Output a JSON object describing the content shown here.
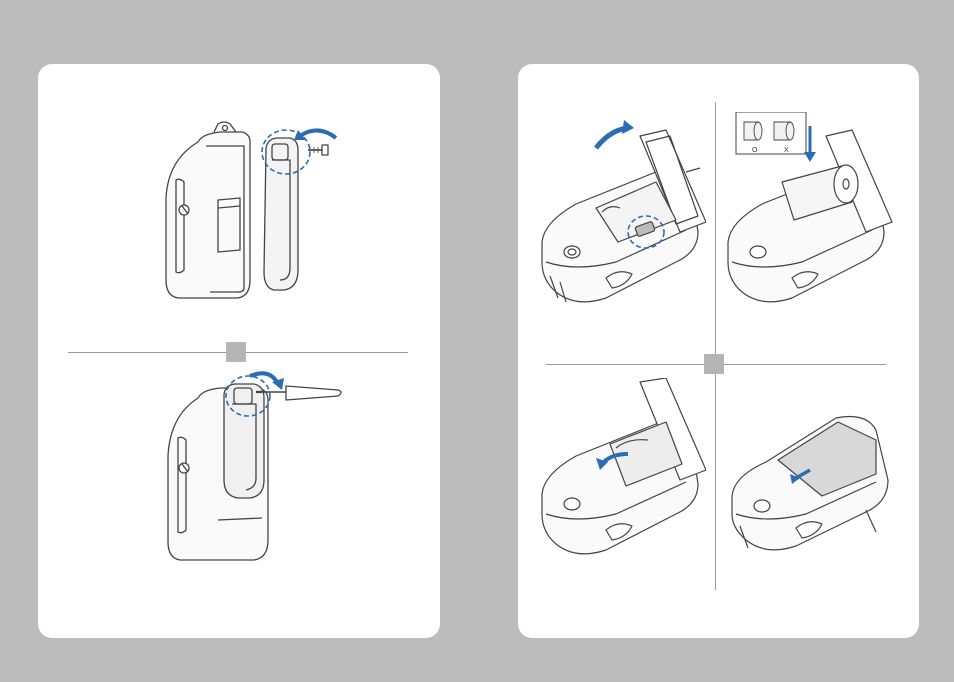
{
  "colors": {
    "background": "#bcbcbc",
    "panel": "#ffffff",
    "accent_blue": "#2a6db5",
    "line": "#444444",
    "separator": "#9a9a9a",
    "step_marker": "#b5b5b5"
  },
  "paper_guide": {
    "correct_mark": "O",
    "wrong_mark": "X"
  },
  "icons": [
    "belt-clip-removal-illustration",
    "screw-tightening-illustration",
    "cover-open-illustration",
    "paper-roll-insert-illustration",
    "cover-close-illustration",
    "printer-closed-illustration"
  ]
}
